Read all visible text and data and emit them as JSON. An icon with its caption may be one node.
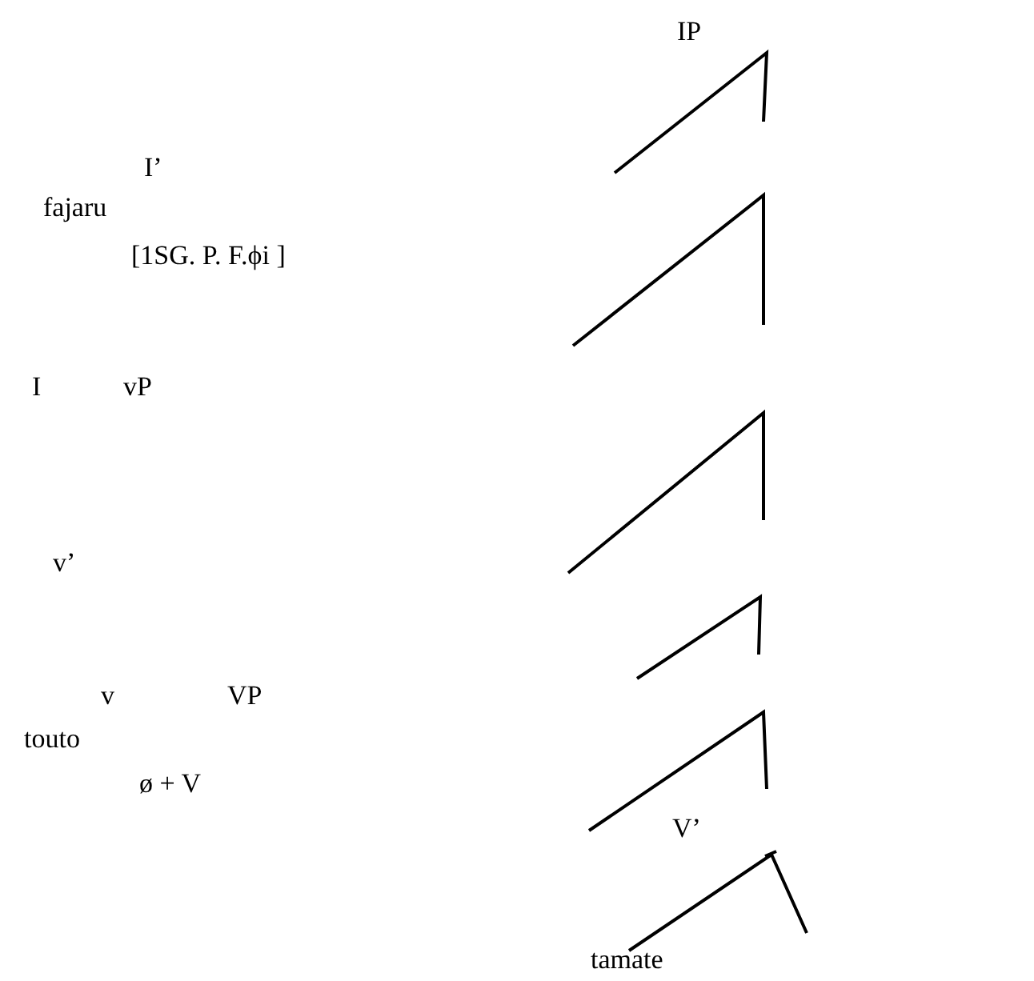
{
  "diagram": {
    "labels": [
      "IP",
      "I’",
      "fajaru",
      "[1SG. P. F.ϕi ]",
      "I",
      "vP",
      "v’",
      "v",
      "VP",
      "touto",
      "ø + V",
      "V’",
      "tamate"
    ]
  }
}
